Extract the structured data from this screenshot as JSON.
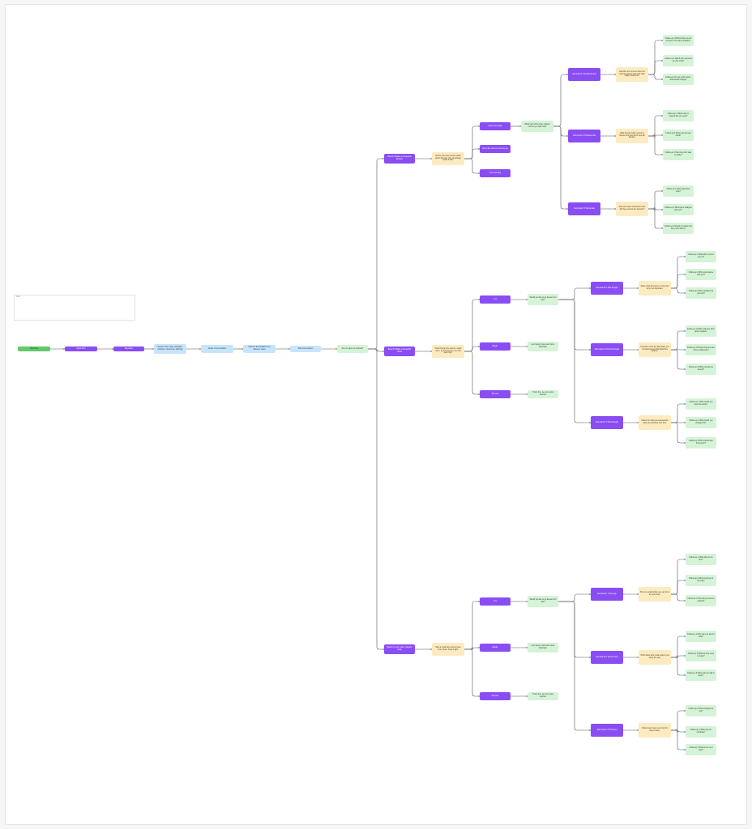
{
  "frame": {
    "label": "Note"
  },
  "colors": {
    "purple": "#8a4df4",
    "blue": "#c8e4fb",
    "green": "#d5f3d7",
    "yellow": "#fcebc1",
    "start": "#62c96b",
    "line": "#555555"
  },
  "nodes": [
    {
      "id": "n_start",
      "type": "start",
      "text": "Start here"
    },
    {
      "id": "n_p1",
      "type": "purple",
      "text": "Quick intro"
    },
    {
      "id": "n_p2",
      "type": "purple",
      "text": "Big ideas"
    },
    {
      "id": "n_b1",
      "type": "blue",
      "text": "Session topic, tags, strategies, priorities, references, offerings"
    },
    {
      "id": "n_b2",
      "type": "blue",
      "text": "Guide of conversation"
    },
    {
      "id": "n_b3",
      "type": "blue",
      "text": "Notes to the facilitator and observer notes"
    },
    {
      "id": "n_b4",
      "type": "blue",
      "text": "Start conversation"
    },
    {
      "id": "n_g_root",
      "type": "green",
      "text": "Do you agree to proceed?"
    },
    {
      "id": "A_q",
      "type": "purple",
      "text": "Branch A\nMake a conceptual decision"
    },
    {
      "id": "A_y",
      "type": "yellow",
      "text": "Tell the story and choose which option fits best. You can always revisit it later."
    },
    {
      "id": "A_p1",
      "type": "purple",
      "text": "Great, let's begin"
    },
    {
      "id": "A_p2",
      "type": "purple",
      "text": "Not in the mood or not sure yet"
    },
    {
      "id": "A_p3",
      "type": "purple",
      "text": "Just browsing"
    },
    {
      "id": "A_g1",
      "type": "green",
      "text": "Which part of the story matters most to you right now?"
    },
    {
      "id": "A_s1",
      "type": "purple",
      "text": "Sub-branch 1\nEmotional side"
    },
    {
      "id": "A_s2",
      "type": "purple",
      "text": "Sub-branch 2\nPractical side"
    },
    {
      "id": "A_s3",
      "type": "purple",
      "text": "Sub-branch 3\nSocial side"
    },
    {
      "id": "A_y1",
      "type": "yellow",
      "text": "Describe the moment when the feeling became clear and what made it stand out."
    },
    {
      "id": "A_y2",
      "type": "yellow",
      "text": "Walk through what needed to happen first and which step felt hardest."
    },
    {
      "id": "A_y3",
      "type": "yellow",
      "text": "Who else was involved and how did they react to the decision?"
    },
    {
      "id": "A_l1",
      "type": "green",
      "text": "Follow-up 1\nWhat would you tell a friend in the same situation?"
    },
    {
      "id": "A_l2",
      "type": "green",
      "text": "Follow-up 2\nWhich part surprised you the most?"
    },
    {
      "id": "A_l3",
      "type": "green",
      "text": "Follow-up 3\nIf you could redo it, what would change?"
    },
    {
      "id": "A_l4",
      "type": "green",
      "text": "Follow-up 1\nWhat tools or support did you need?"
    },
    {
      "id": "A_l5",
      "type": "green",
      "text": "Follow-up 2\nWhere did you get stuck?"
    },
    {
      "id": "A_l6",
      "type": "green",
      "text": "Follow-up 3\nHow long did it take to settle?"
    },
    {
      "id": "A_l7",
      "type": "green",
      "text": "Follow-up 1\nWho helped the most?"
    },
    {
      "id": "A_l8",
      "type": "green",
      "text": "Follow-up 2\nDid anyone disagree with you?"
    },
    {
      "id": "A_l9",
      "type": "green",
      "text": "Follow-up 3\nWould you share this story with others?"
    },
    {
      "id": "B_q",
      "type": "purple",
      "text": "Branch B\nMake a thoughtful choice"
    },
    {
      "id": "B_y",
      "type": "yellow",
      "text": "Think through the options, weigh them, and choose the one that feels right."
    },
    {
      "id": "B_p1",
      "type": "purple",
      "text": "Yes"
    },
    {
      "id": "B_p2",
      "type": "purple",
      "text": "Maybe"
    },
    {
      "id": "B_p3",
      "type": "purple",
      "text": "Not now"
    },
    {
      "id": "B_g1",
      "type": "green",
      "text": "Would you like to go deeper into this?"
    },
    {
      "id": "B_g2",
      "type": "green",
      "text": "Let's keep it open and come back later"
    },
    {
      "id": "B_g3",
      "type": "green",
      "text": "That's fine, we can revisit anytime"
    },
    {
      "id": "B_s1",
      "type": "purple",
      "text": "Sub-branch 1\nFirst thought"
    },
    {
      "id": "B_s2",
      "type": "purple",
      "text": "Sub-branch 2\nSecond thought"
    },
    {
      "id": "B_s3",
      "type": "purple",
      "text": "Sub-branch 3\nThird thought"
    },
    {
      "id": "B_y1",
      "type": "yellow",
      "text": "Share what first came to mind and why it felt important."
    },
    {
      "id": "B_y2",
      "type": "yellow",
      "text": "Compare it with the alternative you considered and what tipped the balance."
    },
    {
      "id": "B_y3",
      "type": "yellow",
      "text": "Reflect on what you learned and what you would do next time."
    },
    {
      "id": "B_l1",
      "type": "green",
      "text": "Follow-up 1\nWhat did it remind you of?"
    },
    {
      "id": "B_l2",
      "type": "green",
      "text": "Follow-up 2\nWho would agree with you?"
    },
    {
      "id": "B_l3",
      "type": "green",
      "text": "Follow-up 3\nHow confident do you feel?"
    },
    {
      "id": "B_l4",
      "type": "green",
      "text": "Follow-up 1\nWhat made the other option weaker?"
    },
    {
      "id": "B_l5",
      "type": "green",
      "text": "Follow-up 2\nWould someone else choose differently?"
    },
    {
      "id": "B_l6",
      "type": "green",
      "text": "Follow-up 3\nWhat risk did you accept?"
    },
    {
      "id": "B_l7",
      "type": "green",
      "text": "Follow-up 1\nWhat would you keep the same?"
    },
    {
      "id": "B_l8",
      "type": "green",
      "text": "Follow-up 2\nWhat would you change first?"
    },
    {
      "id": "B_l9",
      "type": "green",
      "text": "Follow-up 3\nWho should hear this lesson?"
    },
    {
      "id": "C_q",
      "type": "purple",
      "text": "Branch C\nLet's make it happen today"
    },
    {
      "id": "C_y",
      "type": "yellow",
      "text": "Take a small step now and see how it feels. Keep it light."
    },
    {
      "id": "C_p1",
      "type": "purple",
      "text": "Yes"
    },
    {
      "id": "C_p2",
      "type": "purple",
      "text": "Maybe"
    },
    {
      "id": "C_p3",
      "type": "purple",
      "text": "Not now"
    },
    {
      "id": "C_g1",
      "type": "green",
      "text": "Would you like to go deeper into this?"
    },
    {
      "id": "C_g2",
      "type": "green",
      "text": "Let's keep it open and come back later"
    },
    {
      "id": "C_g3",
      "type": "green",
      "text": "That's fine, we can revisit anytime"
    },
    {
      "id": "C_s1",
      "type": "purple",
      "text": "Sub-branch 1\nFirst step"
    },
    {
      "id": "C_s2",
      "type": "purple",
      "text": "Sub-branch 2\nSecond step"
    },
    {
      "id": "C_s3",
      "type": "purple",
      "text": "Sub-branch 3\nThird step"
    },
    {
      "id": "C_y1",
      "type": "yellow",
      "text": "Pick one small action you can do in the next hour."
    },
    {
      "id": "C_y2",
      "type": "yellow",
      "text": "Think about who could support you along the way."
    },
    {
      "id": "C_y3",
      "type": "yellow",
      "text": "Notice how it feels once the first step is done."
    },
    {
      "id": "C_l1",
      "type": "green",
      "text": "Follow-up 1\nWhat will you do first?"
    },
    {
      "id": "C_l2",
      "type": "green",
      "text": "Follow-up 2\nWhat could get in the way?"
    },
    {
      "id": "C_l3",
      "type": "green",
      "text": "Follow-up 3\nHow will you know it worked?"
    },
    {
      "id": "C_l4",
      "type": "green",
      "text": "Follow-up 1\nWho can you ask for help?"
    },
    {
      "id": "C_l5",
      "type": "green",
      "text": "Follow-up 2\nWhat do they need to know?"
    },
    {
      "id": "C_l6",
      "type": "green",
      "text": "Follow-up 3\nWhen will you talk to them?"
    },
    {
      "id": "C_l7",
      "type": "green",
      "text": "Follow-up 1\nWhat changed for you?"
    },
    {
      "id": "C_l8",
      "type": "green",
      "text": "Follow-up 2\nWhat will you celebrate?"
    },
    {
      "id": "C_l9",
      "type": "green",
      "text": "Follow-up 3\nWhat is the next step?"
    }
  ]
}
